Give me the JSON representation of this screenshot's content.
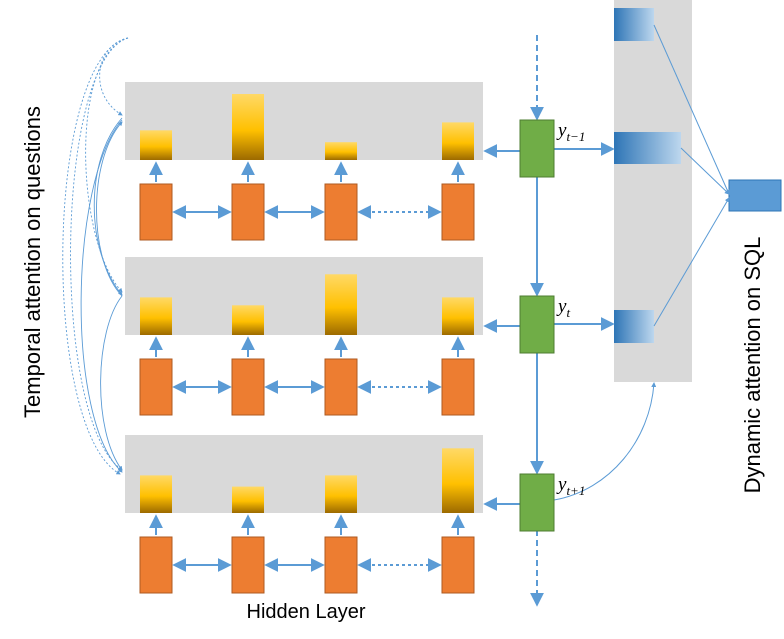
{
  "labels": {
    "temporal": "Temporal attention on questions",
    "dynamic": "Dynamic attention on SQL",
    "hidden": "Hidden Layer"
  },
  "outputs": [
    {
      "base": "y",
      "sub": "t−1"
    },
    {
      "base": "y",
      "sub": "t"
    },
    {
      "base": "y",
      "sub": "t+1"
    }
  ],
  "colors": {
    "panel": "#d9d9d9",
    "hidden_fill": "#ed7d31",
    "hidden_stroke": "#ae5a21",
    "output_fill": "#70ad47",
    "output_stroke": "#4e7d31",
    "arrow": "#5b9bd5",
    "bar_top": "#ffd966",
    "bar_mid": "#ffc000",
    "bar_bottom": "#9c6a00",
    "sql_dark": "#2e75b6",
    "sql_light": "#bdd7ee"
  },
  "attention_bars": [
    [
      0.45,
      1.0,
      0.27,
      0.57
    ],
    [
      0.57,
      0.45,
      0.92,
      0.57
    ],
    [
      0.57,
      0.4,
      0.57,
      0.98
    ]
  ],
  "sql_weights": [
    0.6,
    1.0,
    0.57
  ]
}
